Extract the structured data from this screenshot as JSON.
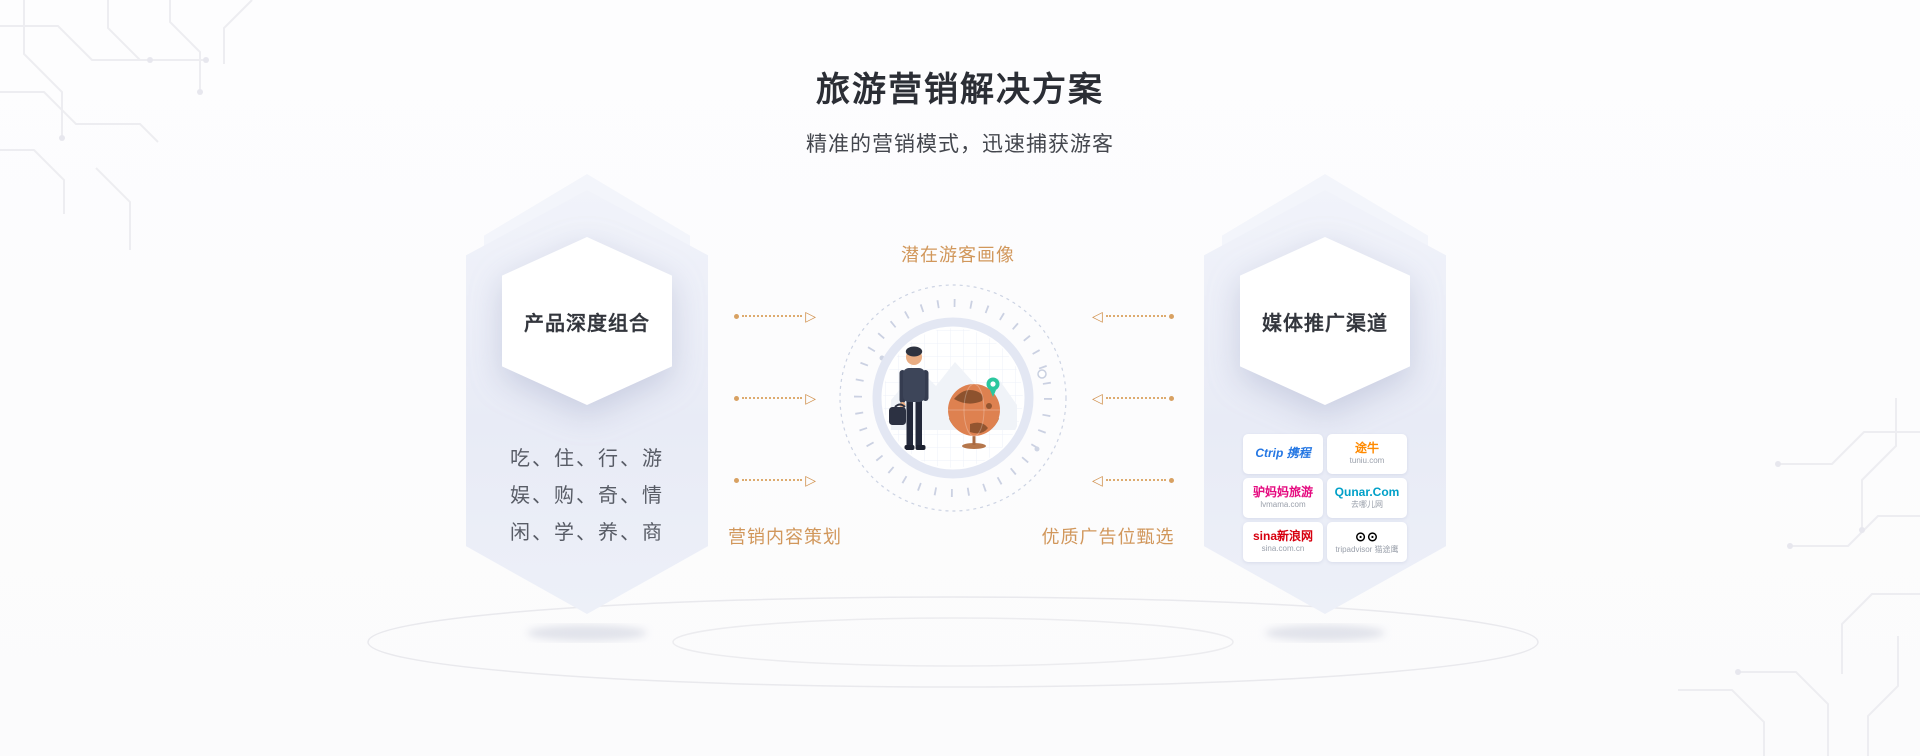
{
  "header": {
    "title": "旅游营销解决方案",
    "subtitle": "精准的营销模式，迅速捕获游客"
  },
  "left_card": {
    "title": "产品深度组合",
    "lines": [
      "吃、住、行、游",
      "娱、购、奇、情",
      "闲、学、养、商"
    ]
  },
  "diagram": {
    "top_label": "潜在游客画像",
    "bottom_left_label": "营销内容策划",
    "bottom_right_label": "优质广告位甄选"
  },
  "right_card": {
    "title": "媒体推广渠道",
    "logos": [
      {
        "name": "ctrip",
        "line1": "Ctrip 携程",
        "line2": "",
        "color": "#2577e3"
      },
      {
        "name": "tuniu",
        "line1": "途牛",
        "line2": "tuniu.com",
        "color": "#ff8a00"
      },
      {
        "name": "lvmama",
        "line1": "驴妈妈旅游",
        "line2": "lvmama.com",
        "color": "#e5097f"
      },
      {
        "name": "qunar",
        "line1": "Qunar.Com",
        "line2": "去哪儿网",
        "color": "#00a0c8"
      },
      {
        "name": "sina",
        "line1": "sina新浪网",
        "line2": "sina.com.cn",
        "color": "#d7000f"
      },
      {
        "name": "tripadvisor",
        "line1": "⊙⊙",
        "line2": "tripadvisor 猫途鹰",
        "color": "#000000"
      }
    ]
  },
  "colors": {
    "accent_orange": "#d1975b",
    "arrow_orange": "#d8a162",
    "hex_fill": "#e9ecf6",
    "tick_ring": "#c5ccdf",
    "title_text": "#2b2e35",
    "body_text": "#585c66"
  }
}
